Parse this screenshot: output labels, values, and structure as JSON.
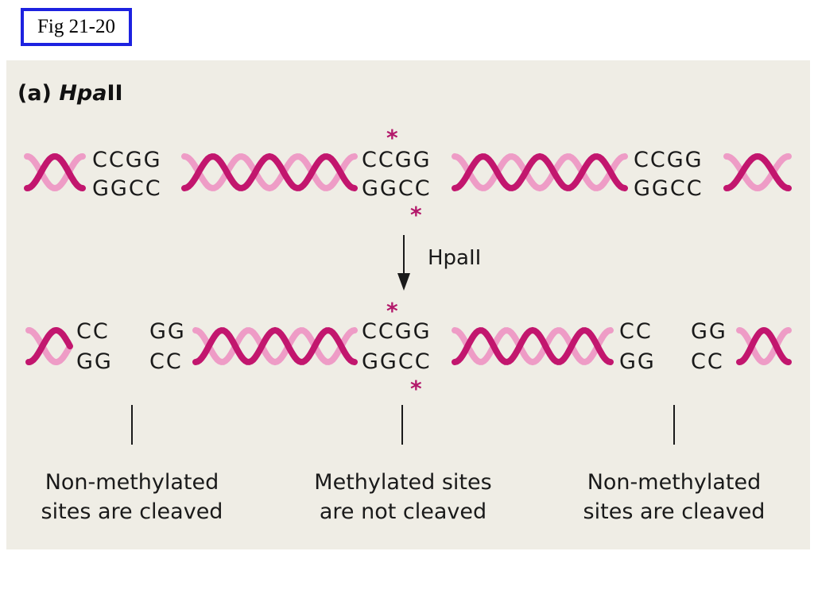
{
  "figure_label": "Fig 21-20",
  "panel": {
    "title_prefix": "(a) ",
    "title_italic": "Hpa",
    "title_suffix": "II"
  },
  "before": {
    "site_left": {
      "top": "CCGG",
      "bottom": "GGCC"
    },
    "site_middle": {
      "top": "CCGG",
      "bottom": "GGCC"
    },
    "site_right": {
      "top": "CCGG",
      "bottom": "GGCC"
    }
  },
  "enzyme_label": "HpaII",
  "methyl_mark": "*",
  "after": {
    "left_cut_a": {
      "top": "CC",
      "bottom": "GG"
    },
    "left_cut_b": {
      "top": "GG",
      "bottom": "CC"
    },
    "middle": {
      "top": "CCGG",
      "bottom": "GGCC"
    },
    "right_cut_a": {
      "top": "CC",
      "bottom": "GG"
    },
    "right_cut_b": {
      "top": "GG",
      "bottom": "CC"
    }
  },
  "captions": {
    "left": [
      "Non-methylated",
      "sites are cleaved"
    ],
    "middle": [
      "Methylated sites",
      "are not cleaved"
    ],
    "right": [
      "Non-methylated",
      "sites are cleaved"
    ]
  },
  "colors": {
    "strand_dark": "#c2166e",
    "strand_light": "#ee9cc6",
    "methyl_star": "#b3196b",
    "frame": "#1d22e0",
    "panel_bg": "#efede5"
  }
}
